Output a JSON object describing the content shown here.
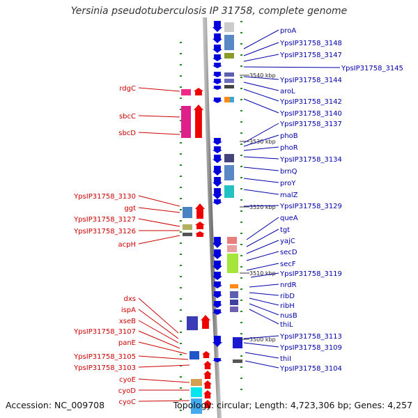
{
  "title": "Yersinia pseudotuberculosis IP 31758, complete genome",
  "footer": {
    "accession": "Accession: NC_009708",
    "topology": "Topology: circular; Length: 4,723,306 bp; Genes: 4,257"
  },
  "colors": {
    "left_label": "#cc0000",
    "right_label": "#0000aa",
    "strand_forward": "#ee0000",
    "strand_reverse": "#0000dd",
    "dots": "#228b22",
    "backbone": "#888888"
  },
  "scale_ticks": [
    "3540 kbp",
    "3530 kbp",
    "3520 kbp",
    "3510 kbp",
    "3500 kbp"
  ],
  "left_genes": [
    "rdgC",
    "sbcC",
    "sbcD",
    "YpsIP31758_3130",
    "ggt",
    "YpsIP31758_3127",
    "YpsIP31758_3126",
    "acpH",
    "dxs",
    "ispA",
    "xseB",
    "YpsIP31758_3107",
    "panE",
    "YpsIP31758_3105",
    "YpsIP31758_3103",
    "cyoE",
    "cyoD",
    "cyoC"
  ],
  "right_genes": [
    "proA",
    "YpsIP31758_3148",
    "YpsIP31758_3147",
    "YpsIP31758_3145",
    "YpsIP31758_3144",
    "aroL",
    "YpsIP31758_3142",
    "YpsIP31758_3140",
    "YpsIP31758_3137",
    "phoB",
    "phoR",
    "YpsIP31758_3134",
    "brnQ",
    "proY",
    "malZ",
    "YpsIP31758_3129",
    "queA",
    "tgt",
    "yajC",
    "secD",
    "secF",
    "YpsIP31758_3119",
    "nrdR",
    "ribD",
    "ribH",
    "nusB",
    "thiL",
    "YpsIP31758_3113",
    "YpsIP31758_3109",
    "thiI",
    "YpsIP31758_3104"
  ]
}
